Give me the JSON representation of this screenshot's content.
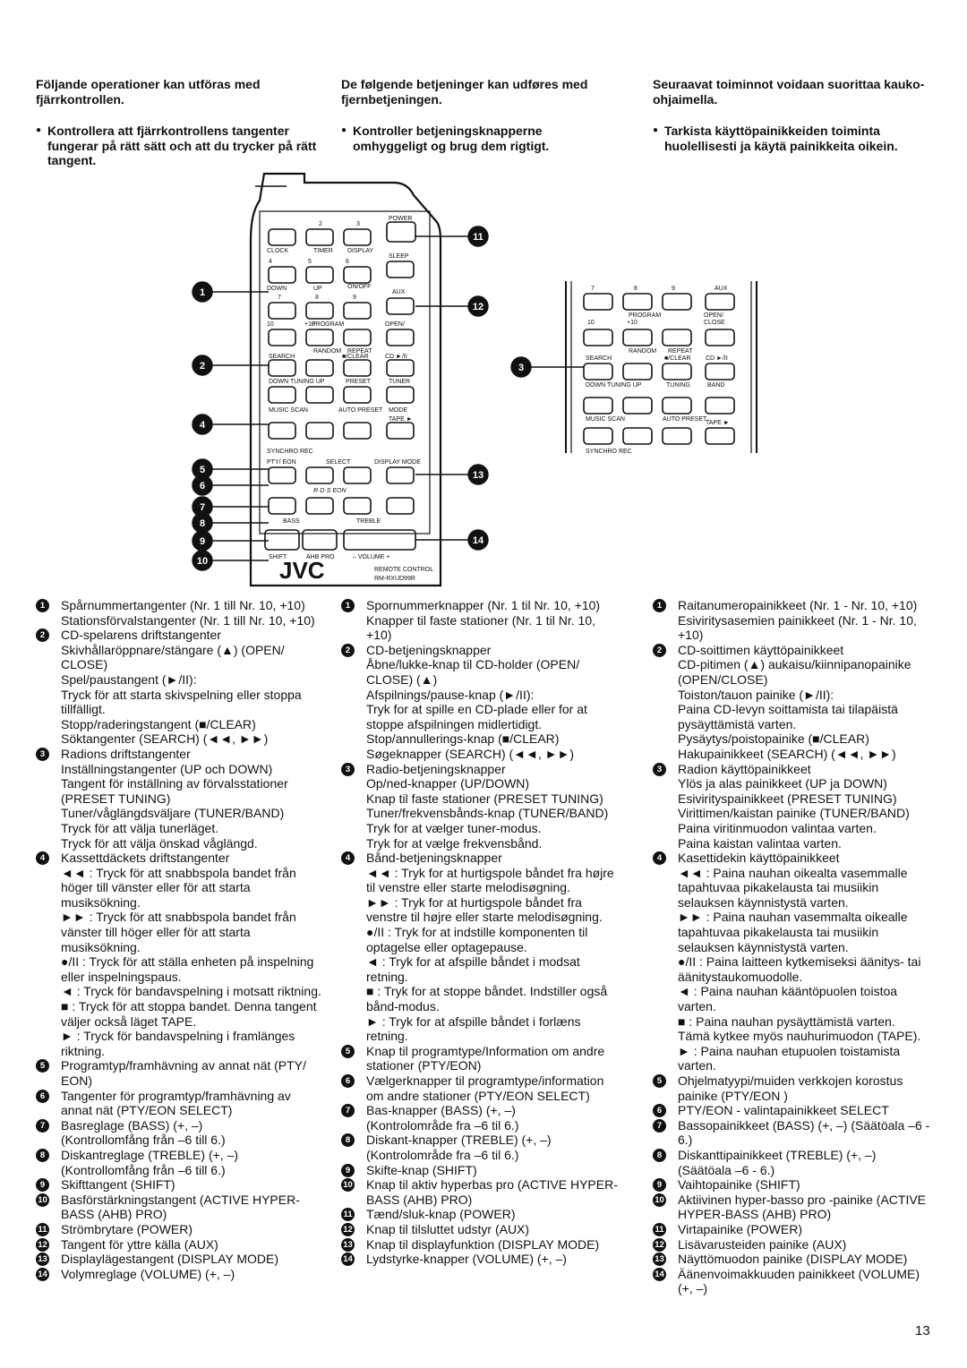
{
  "columns": [
    {
      "intro": "Följande operationer kan utföras med fjärrkontrollen.",
      "bullet": "Kontrollera att fjärrkontrollens tangenter fungerar på rätt sätt och att du trycker på rätt tangent.",
      "items": [
        {
          "n": "1",
          "lines": [
            "Spårnummertangenter (Nr. 1 till Nr. 10, +10)",
            "Stationsförvalstangenter (Nr. 1 till Nr. 10, +10)"
          ]
        },
        {
          "n": "2",
          "lines": [
            "CD-spelarens driftstangenter",
            "Skivhållaröppnare/stängare (▲) (OPEN/ CLOSE)",
            "Spel/paustangent (►/II):",
            "Tryck för att starta skivspelning eller stoppa tillfälligt.",
            "Stopp/raderingstangent (■/CLEAR)",
            "Söktangenter (SEARCH) (◄◄, ►►)"
          ]
        },
        {
          "n": "3",
          "lines": [
            "Radions driftstangenter",
            "Inställningstangenter (UP och DOWN)",
            "Tangent för inställning av förvalsstationer (PRESET TUNING)",
            "Tuner/våglängdsväljare (TUNER/BAND)",
            "Tryck för att välja tunerläget.",
            "Tryck för att välja önskad våglängd."
          ]
        },
        {
          "n": "4",
          "lines": [
            "Kassettdäckets driftstangenter",
            "◄◄ : Tryck för att snabbspola bandet från höger till vänster eller för att starta musiksökning.",
            "►► : Tryck för att snabbspola bandet från vänster till höger eller för att starta musiksökning.",
            "●/II : Tryck för att ställa enheten på inspelning eller inspelningspaus.",
            "◄ : Tryck för bandavspelning i motsatt riktning.",
            "■ : Tryck för att stoppa bandet. Denna tangent väljer också läget TAPE.",
            "► : Tryck för bandavspelning i framlänges riktning."
          ]
        },
        {
          "n": "5",
          "lines": [
            "Programtyp/framhävning av annat nät (PTY/ EON)"
          ]
        },
        {
          "n": "6",
          "lines": [
            "Tangenter för programtyp/framhävning av annat nät (PTY/EON SELECT)"
          ]
        },
        {
          "n": "7",
          "lines": [
            "Basreglage (BASS) (+, –)",
            "(Kontrollomfång från –6 till 6.)"
          ]
        },
        {
          "n": "8",
          "lines": [
            "Diskantreglage (TREBLE) (+, –)",
            "(Kontrollomfång från –6 till 6.)"
          ]
        },
        {
          "n": "9",
          "lines": [
            "Skifttangent (SHIFT)"
          ]
        },
        {
          "n": "10",
          "lines": [
            "Basförstärkningstangent (ACTIVE HYPER-BASS (AHB) PRO)"
          ]
        },
        {
          "n": "11",
          "lines": [
            "Strömbrytare (POWER)"
          ]
        },
        {
          "n": "12",
          "lines": [
            "Tangent för yttre källa (AUX)"
          ]
        },
        {
          "n": "13",
          "lines": [
            "Displaylägestangent (DISPLAY MODE)"
          ]
        },
        {
          "n": "14",
          "lines": [
            "Volymreglage (VOLUME) (+, –)"
          ]
        }
      ]
    },
    {
      "intro": "De følgende betjeninger kan udføres med fjernbetjeningen.",
      "bullet": "Kontroller betjeningsknapperne omhyggeligt og brug dem rigtigt.",
      "items": [
        {
          "n": "1",
          "lines": [
            "Spornummerknapper (Nr. 1 til Nr. 10, +10)",
            "Knapper til faste stationer (Nr. 1 til Nr. 10, +10)"
          ]
        },
        {
          "n": "2",
          "lines": [
            "CD-betjeningsknapper",
            "Åbne/lukke-knap til CD-holder (OPEN/ CLOSE) (▲)",
            "Afspilnings/pause-knap (►/II):",
            "Tryk for at spille en CD-plade eller for at stoppe afspilningen midlertidigt.",
            "Stop/annullerings-knap (■/CLEAR)",
            "Søgeknapper (SEARCH) (◄◄, ►►)"
          ]
        },
        {
          "n": "3",
          "lines": [
            "Radio-betjeningsknapper",
            "Op/ned-knapper (UP/DOWN)",
            "Knap til faste stationer (PRESET TUNING)",
            "Tuner/frekvensbånds-knap (TUNER/BAND)",
            "Tryk for at vælger tuner-modus.",
            "Tryk for at vælge frekvensbånd."
          ]
        },
        {
          "n": "4",
          "lines": [
            "Bånd-betjeningsknapper",
            "◄◄ : Tryk for at hurtigspole båndet fra højre til venstre eller starte melodisøgning.",
            "►► : Tryk for at hurtigspole båndet fra venstre til højre eller starte melodisøgning.",
            "●/II : Tryk for at indstille komponenten til optagelse eller optagepause.",
            "◄ : Tryk for at afspille båndet i modsat retning.",
            "■ : Tryk for at stoppe båndet. Indstiller også bånd-modus.",
            "► : Tryk for at afspille båndet i forlæns retning."
          ]
        },
        {
          "n": "5",
          "lines": [
            "Knap til programtype/Information om andre stationer (PTY/EON)"
          ]
        },
        {
          "n": "6",
          "lines": [
            "Vælgerknapper til programtype/information om andre stationer (PTY/EON SELECT)"
          ]
        },
        {
          "n": "7",
          "lines": [
            "Bas-knapper (BASS) (+, –)",
            "(Kontrolområde fra –6 til 6.)"
          ]
        },
        {
          "n": "8",
          "lines": [
            "Diskant-knapper (TREBLE) (+, –)",
            "(Kontrolområde fra –6 til 6.)"
          ]
        },
        {
          "n": "9",
          "lines": [
            "Skifte-knap (SHIFT)"
          ]
        },
        {
          "n": "10",
          "lines": [
            "Knap til aktiv hyperbas pro (ACTIVE HYPER-BASS (AHB) PRO)"
          ]
        },
        {
          "n": "11",
          "lines": [
            "Tænd/sluk-knap (POWER)"
          ]
        },
        {
          "n": "12",
          "lines": [
            "Knap til tilsluttet udstyr (AUX)"
          ]
        },
        {
          "n": "13",
          "lines": [
            "Knap til displayfunktion (DISPLAY MODE)"
          ]
        },
        {
          "n": "14",
          "lines": [
            "Lydstyrke-knapper (VOLUME) (+, –)"
          ]
        }
      ]
    },
    {
      "intro": "Seuraavat toiminnot voidaan suorittaa kauko-ohjaimella.",
      "bullet": "Tarkista käyttöpainikkeiden toiminta huolellisesti ja käytä painikkeita oikein.",
      "items": [
        {
          "n": "1",
          "lines": [
            "Raitanumeropainikkeet (Nr. 1 - Nr. 10, +10)",
            "Esiviritysasemien painikkeet (Nr. 1 - Nr. 10, +10)"
          ]
        },
        {
          "n": "2",
          "lines": [
            "CD-soittimen käyttöpainikkeet",
            "CD-pitimen (▲) aukaisu/kiinnipanopainike (OPEN/CLOSE)",
            "Toiston/tauon painike (►/II):",
            "Paina CD-levyn soittamista tai tilapäistä pysäyttämistä varten.",
            "Pysäytys/poistopainike (■/CLEAR)",
            "Hakupainikkeet (SEARCH) (◄◄, ►►)"
          ]
        },
        {
          "n": "3",
          "lines": [
            "Radion käyttöpainikkeet",
            "Ylös ja alas painikkeet (UP ja DOWN)",
            "Esivirityspainikkeet (PRESET TUNING)",
            "Virittimen/kaistan painike (TUNER/BAND)",
            "Paina viritinmuodon valintaa varten.",
            "Paina kaistan valintaa varten."
          ]
        },
        {
          "n": "4",
          "lines": [
            "Kasettidekin käyttöpainikkeet",
            "◄◄ : Paina nauhan oikealta vasemmalle tapahtuvaa pikakelausta tai musiikin selauksen käynnistystä varten.",
            "►► : Paina nauhan vasemmalta oikealle tapahtuvaa pikakelausta tai musiikin selauksen käynnistystä varten.",
            "●/II : Paina laitteen kytkemiseksi äänitys- tai äänitystaukomuodolle.",
            "◄ : Paina nauhan kääntöpuolen toistoa varten.",
            "■ : Paina nauhan pysäyttämistä varten. Tämä kytkee myös nauhurimuodon (TAPE).",
            "► : Paina nauhan etupuolen toistamista varten."
          ]
        },
        {
          "n": "5",
          "lines": [
            "Ohjelmatyypi/muiden verkkojen korostus painike (PTY/EON )"
          ]
        },
        {
          "n": "6",
          "lines": [
            "PTY/EON - valintapainikkeet SELECT"
          ]
        },
        {
          "n": "7",
          "lines": [
            "Bassopainikkeet (BASS) (+, –) (Säätöala –6 - 6.)"
          ]
        },
        {
          "n": "8",
          "lines": [
            "Diskanttipainikkeet (TREBLE) (+, –) (Säätöala –6 - 6.)"
          ]
        },
        {
          "n": "9",
          "lines": [
            "Vaihtopainike (SHIFT)"
          ]
        },
        {
          "n": "10",
          "lines": [
            "Aktiivinen hyper-basso pro -painike (ACTIVE HYPER-BASS (AHB) PRO)"
          ]
        },
        {
          "n": "11",
          "lines": [
            "Virtapainike (POWER)"
          ]
        },
        {
          "n": "12",
          "lines": [
            "Lisävarusteiden painike (AUX)"
          ]
        },
        {
          "n": "13",
          "lines": [
            "Näyttömuodon painike (DISPLAY MODE)"
          ]
        },
        {
          "n": "14",
          "lines": [
            "Äänenvoimakkuuden painikkeet (VOLUME) (+, –)"
          ]
        }
      ]
    }
  ],
  "remote": {
    "labels": {
      "power": "POWER",
      "clock": "CLOCK",
      "timer": "TIMER",
      "display": "DISPLAY",
      "sleep": "SLEEP",
      "down": "DOWN",
      "up": "UP",
      "onoff": "ON/OFF",
      "aux": "AUX",
      "program": "PROGRAM",
      "open": "OPEN/",
      "close": "CLOSE",
      "ten": "10",
      "plus10": "+10",
      "random": "RANDOM",
      "repeat": "REPEAT",
      "search": "SEARCH",
      "clear": "■/CLEAR",
      "cdplay": "CD ►/II",
      "downtuning": "DOWN TUNING UP",
      "preset": "PRESET",
      "tuning": "TUNING",
      "tuner": "TUNER",
      "band": "BAND",
      "musicscan": "MUSIC SCAN",
      "autopreset": "AUTO PRESET",
      "mode": "MODE",
      "tape": "TAPE ►",
      "synchro": "SYNCHRO REC",
      "ptyeon": "PTY/ EON",
      "select": "SELECT",
      "dispmode": "DISPLAY MODE",
      "rds": "R·D·S EON",
      "bass": "BASS",
      "treble": "TREBLE",
      "shift": "SHIFT",
      "ahbpro": "AHB PRO",
      "volume": "– VOLUME +",
      "brand": "JVC",
      "remote_control": "REMOTE CONTROL",
      "model": "RM-RXUD99R",
      "n2": "2",
      "n3": "3",
      "n4": "4",
      "n5": "5",
      "n6": "6",
      "n7": "7",
      "n8": "8",
      "n9": "9"
    },
    "callouts_left": [
      "1",
      "2",
      "4",
      "5",
      "6",
      "7",
      "8",
      "9",
      "10"
    ],
    "callouts_right": [
      "11",
      "12",
      "13",
      "14"
    ],
    "callout_detail": "3"
  },
  "page_number": "13"
}
